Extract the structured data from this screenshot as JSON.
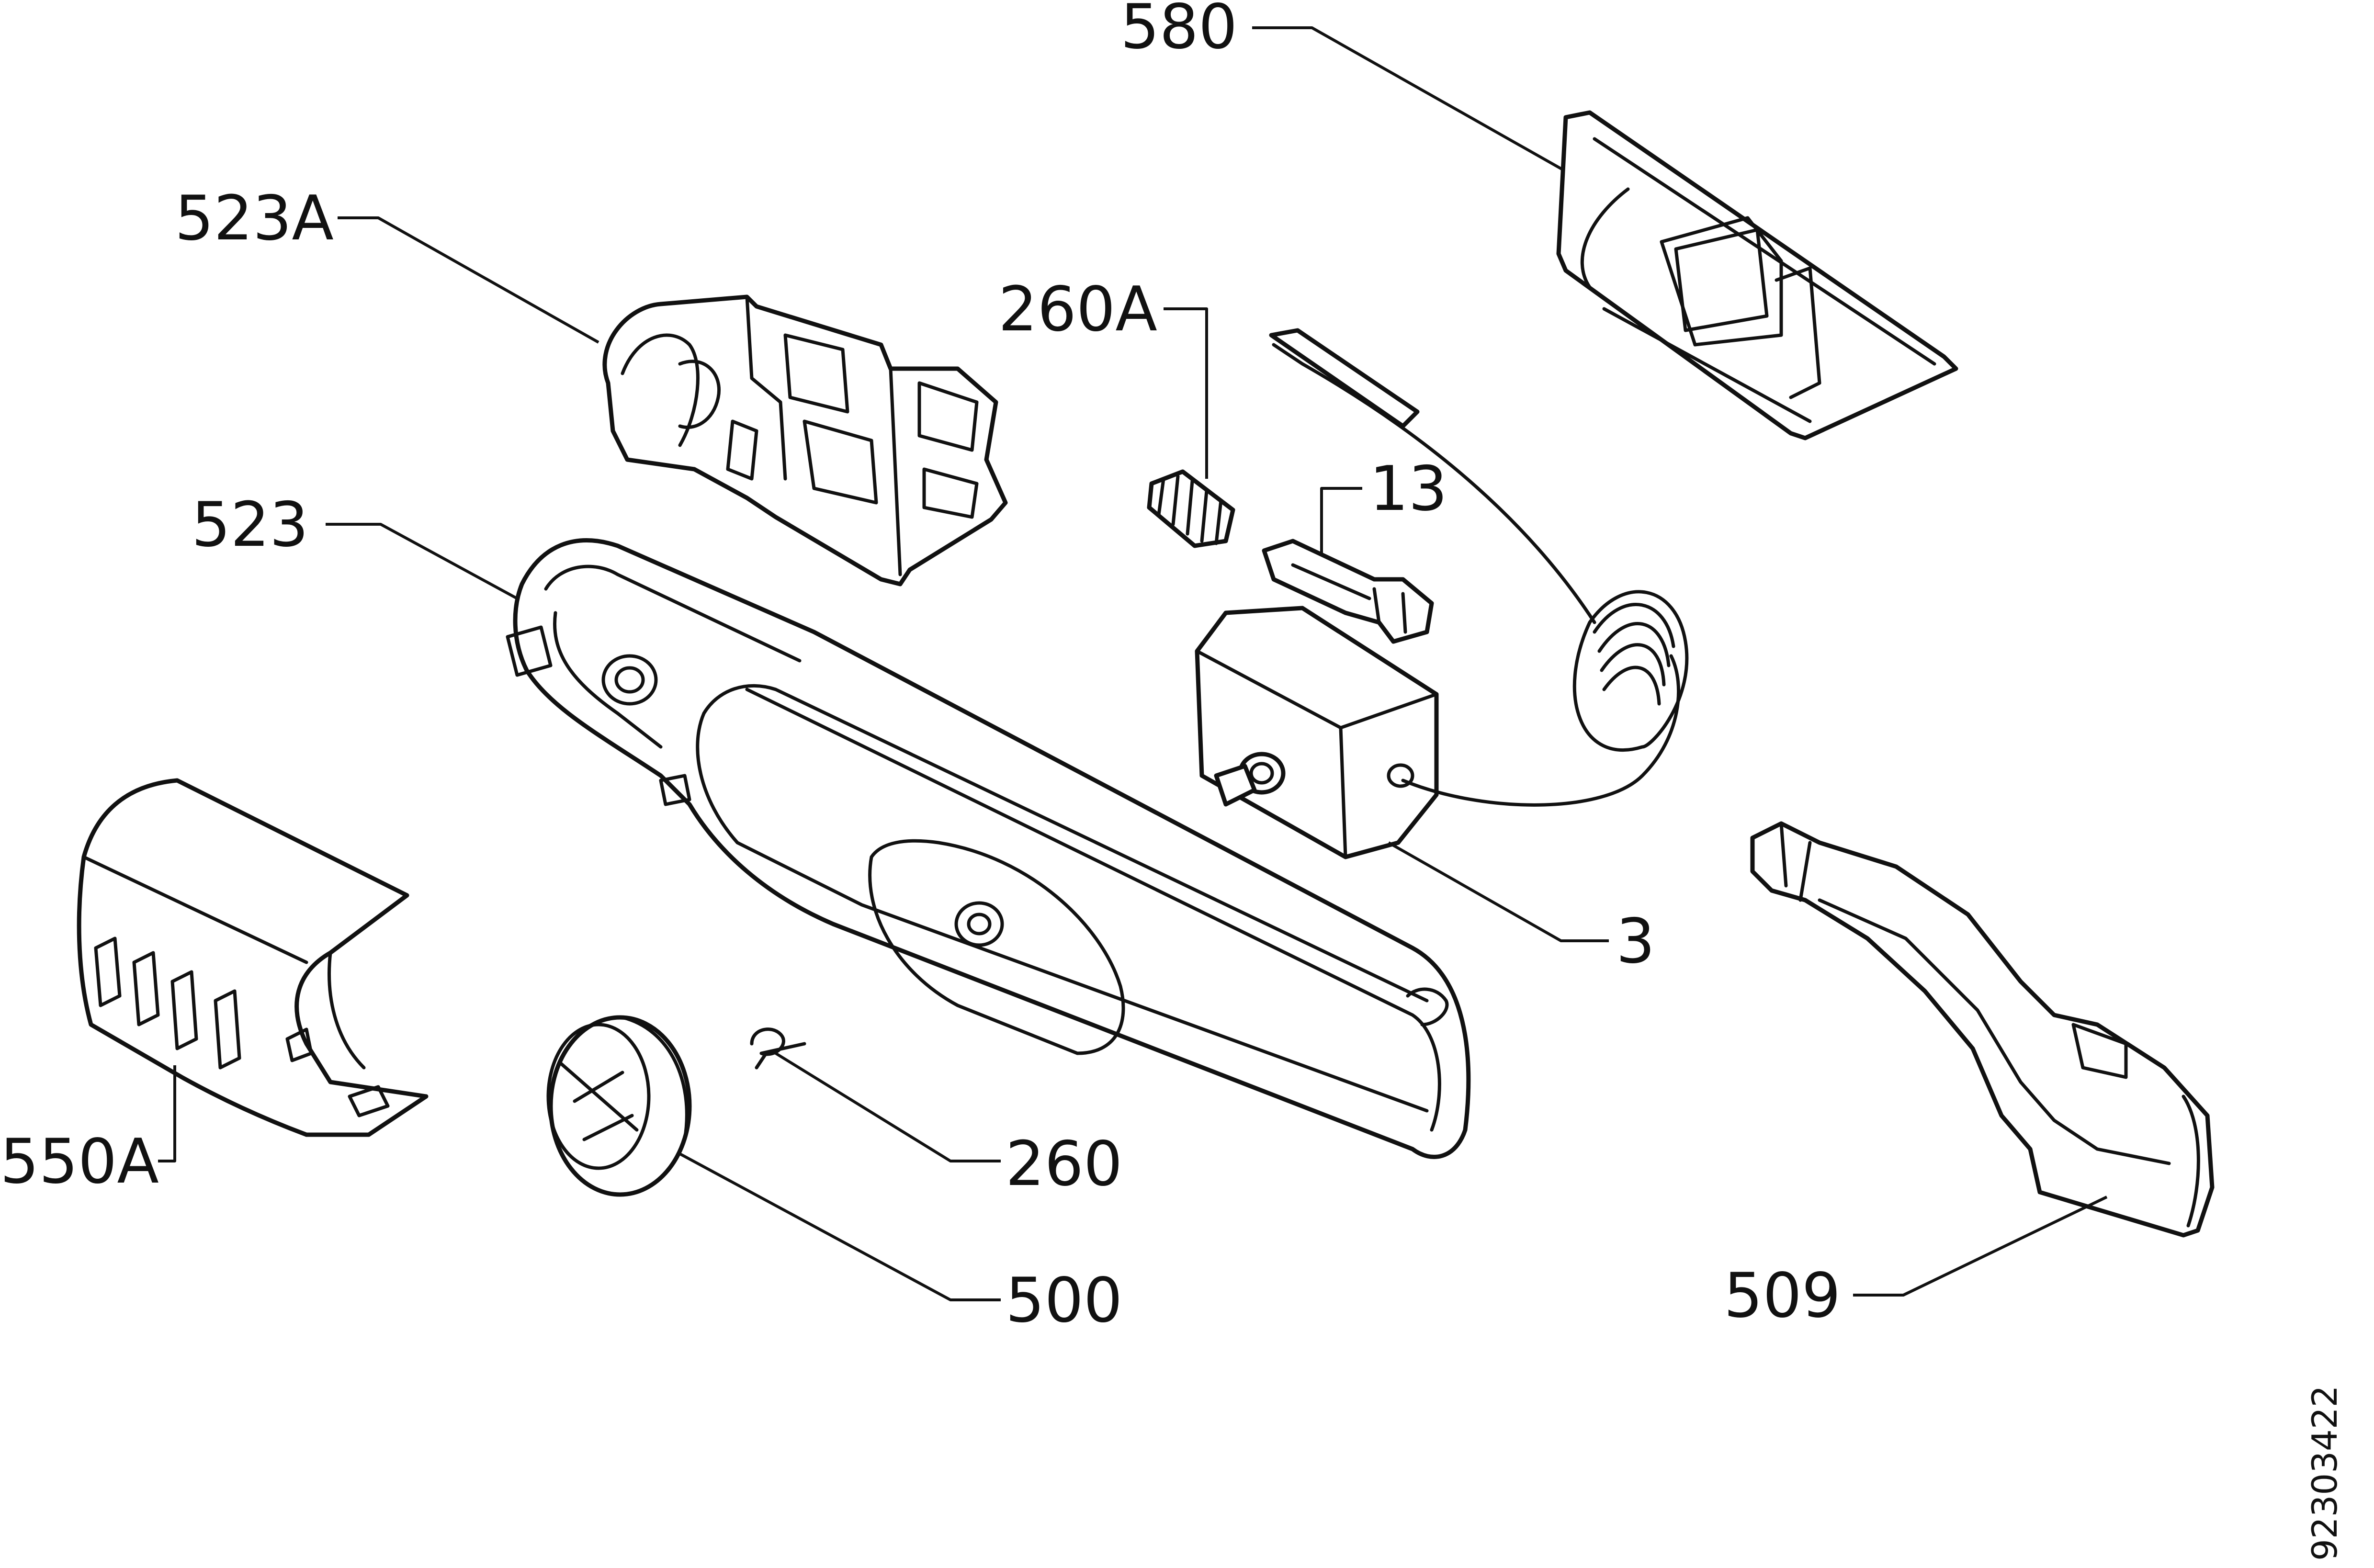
{
  "callouts": {
    "c580": "580",
    "c523A": "523A",
    "c260A": "260A",
    "c13": "13",
    "c523": "523",
    "c3": "3",
    "c550A": "550A",
    "c260": "260",
    "c500": "500",
    "c509": "509"
  },
  "document_number": "92303422"
}
